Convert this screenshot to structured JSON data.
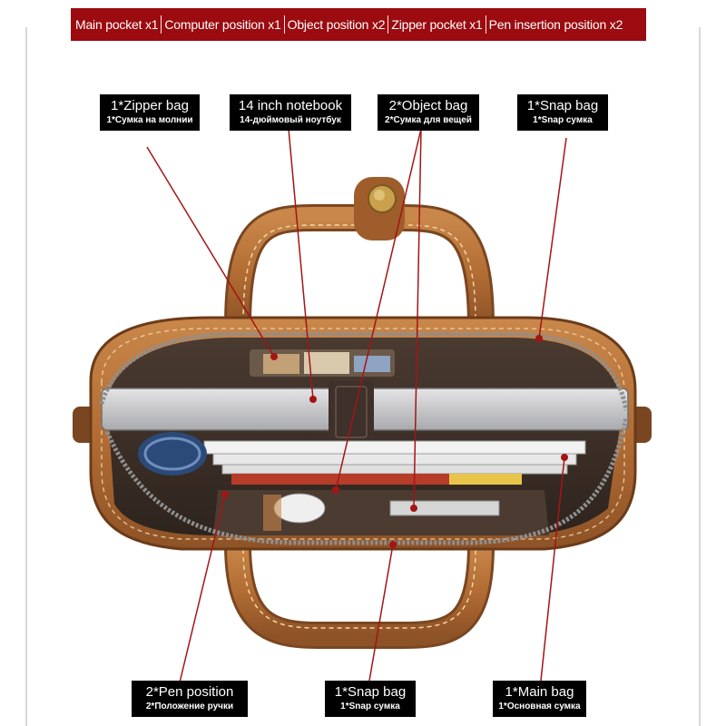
{
  "banner": {
    "items": [
      "Main pocket x1",
      "Computer position x1",
      "Object position x2",
      "Zipper pocket x1",
      "Pen insertion position x2"
    ]
  },
  "callouts": {
    "zipper_bag": {
      "en": "1*Zipper bag",
      "ru": "1*Сумка на молнии"
    },
    "notebook": {
      "en": "14 inch notebook",
      "ru": "14-дюймовый ноутбук"
    },
    "object_bag": {
      "en": "2*Object bag",
      "ru": "2*Сумка для вещей"
    },
    "snap_bag_top": {
      "en": "1*Snap bag",
      "ru": "1*Snap сумка"
    },
    "pen_position": {
      "en": "2*Pen position",
      "ru": "2*Положение ручки"
    },
    "snap_bag_bottom": {
      "en": "1*Snap bag",
      "ru": "1*Snap сумка"
    },
    "main_bag": {
      "en": "1*Main bag",
      "ru": "1*Основная сумка"
    }
  },
  "colors": {
    "banner": "#9b0b10",
    "label_bg": "#000000",
    "leader_line": "#a31515",
    "leather": "#b8743a",
    "leather_dark": "#7a4621"
  }
}
